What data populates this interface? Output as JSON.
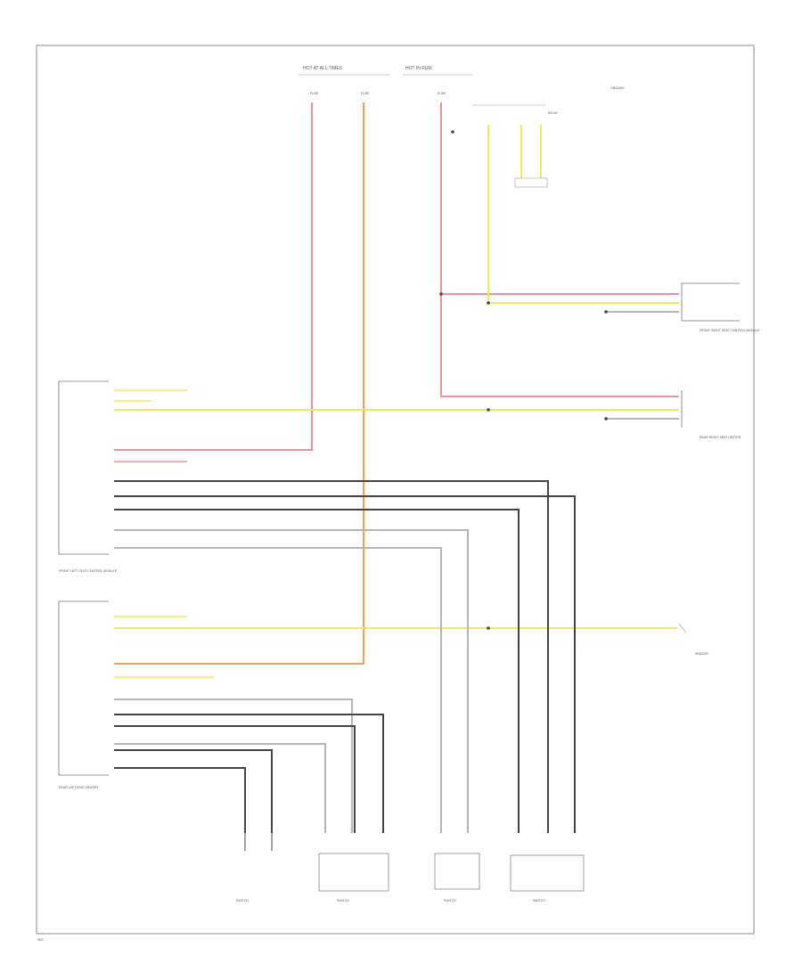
{
  "colors": {
    "red_wire": "#f0909a",
    "orange_wire": "#f5a05a",
    "yellow_wire": "#f2ea5e",
    "black_wire": "#444444",
    "grey_wire": "#b5b5b5",
    "frame": "#888888",
    "text": "#555555"
  },
  "labels": {
    "fusebox_left": "HOT AT ALL TIMES",
    "fusebox_right": "HOT IN RUN",
    "fuse_top_a": "FUSE",
    "fuse_top_b": "FUSE",
    "fuse_top_c": "FUSE",
    "relay_top": "RELAY",
    "ground_top": "GROUND",
    "seat_module_front_left": "FRONT LEFT SEAT CONTROL MODULE",
    "seat_module_front_right": "FRONT RIGHT SEAT CONTROL MODULE",
    "rear_right_heater": "REAR RIGHT SEAT HEATER",
    "rear_left_heater": "REAR LEFT SEAT HEATER",
    "right_sensor": "SENSOR",
    "footer": "W/D"
  },
  "switches": [
    {
      "label": "SWITCH"
    },
    {
      "label": "SWITCH"
    },
    {
      "label": "SWITCH"
    },
    {
      "label": "SWITCH"
    }
  ]
}
